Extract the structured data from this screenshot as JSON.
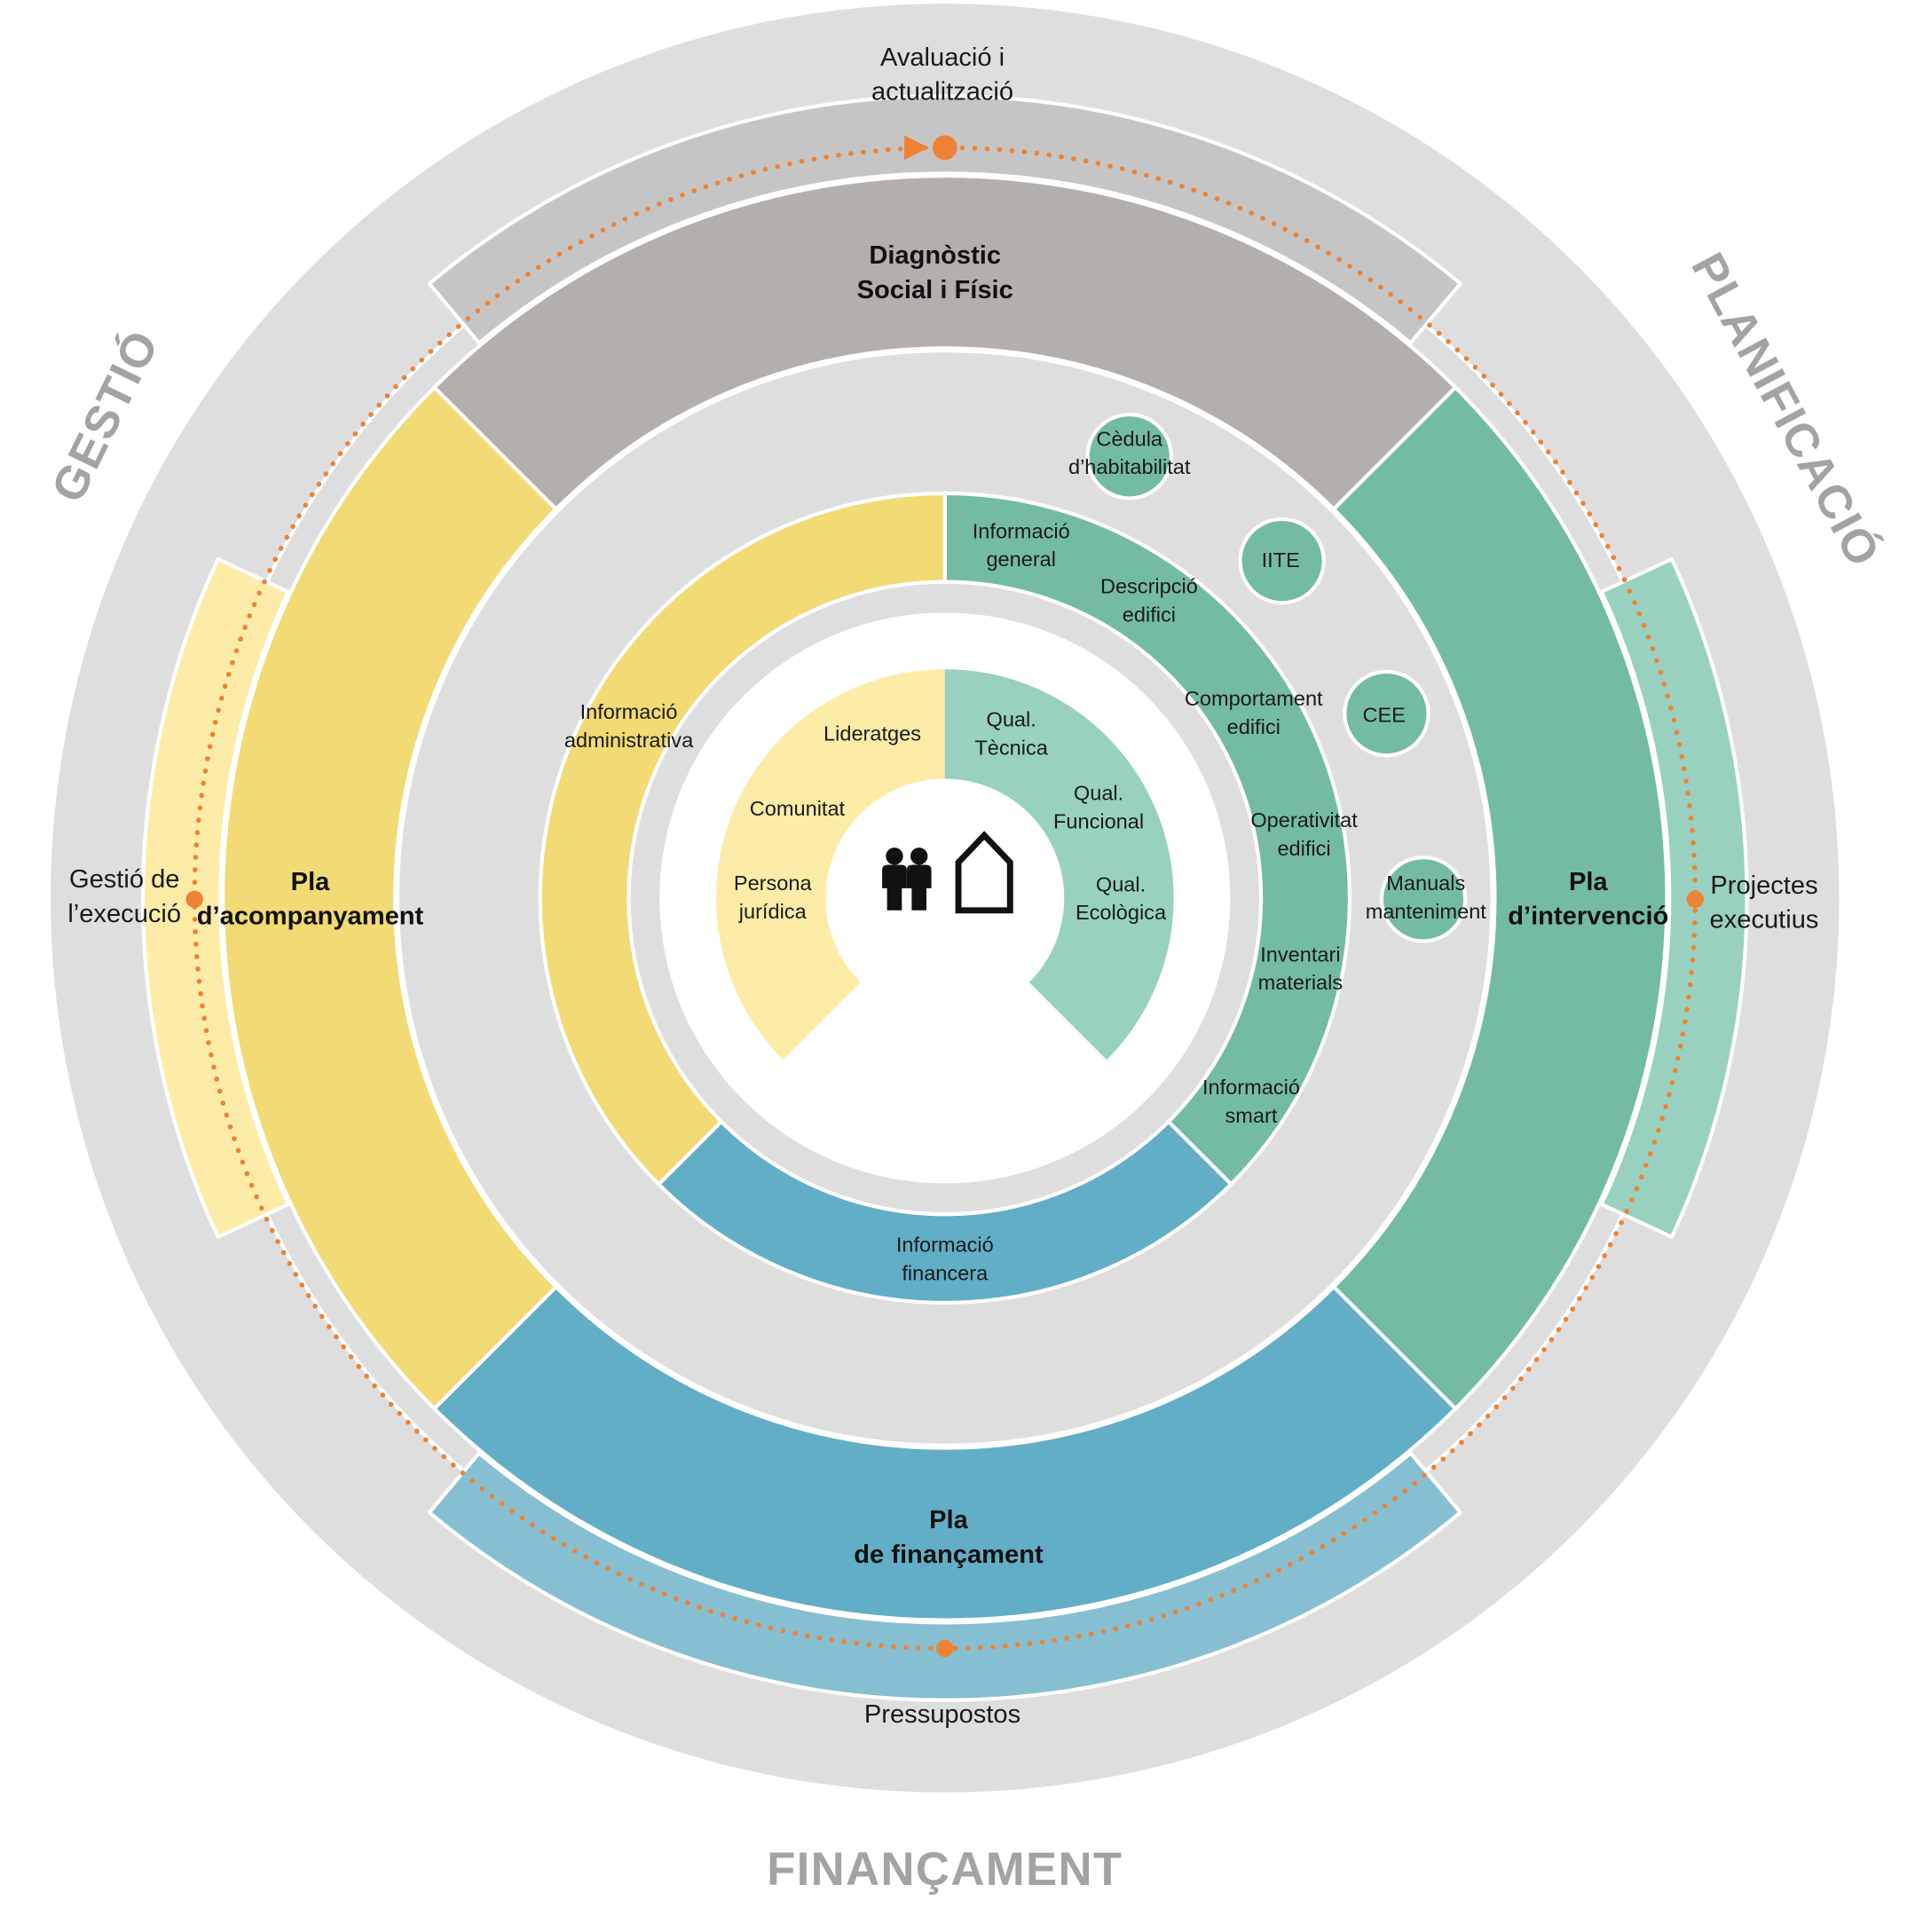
{
  "colors": {
    "outer_ring": "#dedede",
    "white": "#ffffff",
    "yellow": "#f2da74",
    "yellow_light": "#fdeca7",
    "green": "#74bba5",
    "green_light": "#98d1c0",
    "blue": "#62aec6",
    "blue_light": "#86bfd1",
    "gray_dark": "#b3afad",
    "gray_mid": "#c5c5c5",
    "orange": "#ed8236",
    "quadrant_label": "#a3a3a3"
  },
  "quadrants": {
    "gestio": "GESTIÓ",
    "planificacio": "PLANIFICACIÓ",
    "financament": "FINANÇAMENT"
  },
  "outer_arcs": {
    "top": [
      "Avaluació i",
      "actualització"
    ],
    "left": [
      "Gestió de",
      "l’execució"
    ],
    "right": [
      "Projectes",
      "executius"
    ],
    "bottom": [
      "Pressupostos"
    ]
  },
  "plans": {
    "top": [
      "Diagnòstic",
      "Social i Físic"
    ],
    "left": [
      "Pla",
      "d’acompanyament"
    ],
    "right": [
      "Pla",
      "d’intervenció"
    ],
    "bottom": [
      "Pla",
      "de finançament"
    ]
  },
  "documents": {
    "cedula": [
      "Cèdula",
      "d’habitabilitat"
    ],
    "iite": [
      "IITE"
    ],
    "cee": [
      "CEE"
    ],
    "manuals": [
      "Manuals",
      "manteniment"
    ]
  },
  "information": {
    "general": [
      "Informació",
      "general"
    ],
    "descripcio": [
      "Descripció",
      "edifici"
    ],
    "comportament": [
      "Comportament",
      "edifici"
    ],
    "operativitat": [
      "Operativitat",
      "edifici"
    ],
    "inventari": [
      "Inventari",
      "materials"
    ],
    "smart": [
      "Informació",
      "smart"
    ],
    "administrativa": [
      "Informació",
      "administrativa"
    ],
    "financera": [
      "Informació",
      "financera"
    ]
  },
  "core": {
    "lideratges": [
      "Lideratges"
    ],
    "comunitat": [
      "Comunitat"
    ],
    "persona": [
      "Persona",
      "jurídica"
    ],
    "tecnica": [
      "Qual.",
      "Tècnica"
    ],
    "funcional": [
      "Qual.",
      "Funcional"
    ],
    "ecologica": [
      "Qual.",
      "Ecològica"
    ]
  },
  "icons": [
    "people-icon",
    "house-icon"
  ]
}
